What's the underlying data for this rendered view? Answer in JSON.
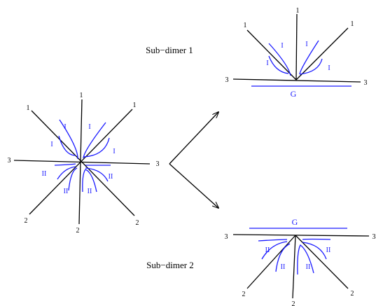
{
  "labels": {
    "sub_dimer_1": "Sub−dimer 1",
    "sub_dimer_2": "Sub−dimer 2",
    "g": "G",
    "one": "1",
    "two": "2",
    "three": "3",
    "region_I": "I",
    "region_II": "II"
  },
  "colors": {
    "lines": "#000000",
    "curves": "#1a1aff"
  }
}
